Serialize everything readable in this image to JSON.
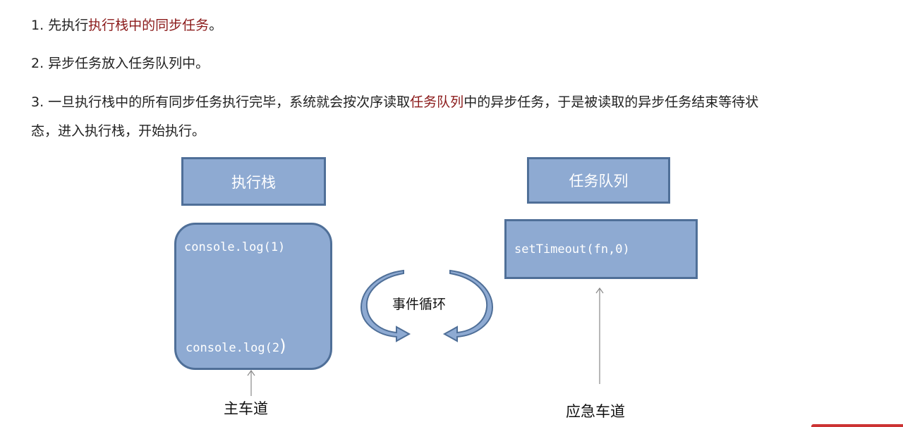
{
  "text": {
    "line1_prefix": "1. 先执行",
    "line1_highlight": "执行栈中的同步任务",
    "line1_suffix": "。",
    "line2": "2. 异步任务放入任务队列中。",
    "line3_prefix": "3. 一旦执行栈中的所有同步任务执行完毕，系统就会按次序读取",
    "line3_highlight": "任务队列",
    "line3_suffix": "中的异步任务，于是被读取的异步任务结束等待状",
    "line4": "态，进入执行栈，开始执行。"
  },
  "diagram": {
    "stack_title": "执行栈",
    "queue_title": "任务队列",
    "stack_code_1": "console.log(1)",
    "stack_code_2": "console.log(2",
    "stack_code_2_close": ")",
    "queue_code": "setTimeout(fn,0)",
    "loop_label": "事件循环",
    "main_lane": "主车道",
    "emergency_lane": "应急车道"
  },
  "colors": {
    "highlight": "#8b1a1a",
    "box_fill": "#8eaad2",
    "box_border": "#4f6f98"
  }
}
